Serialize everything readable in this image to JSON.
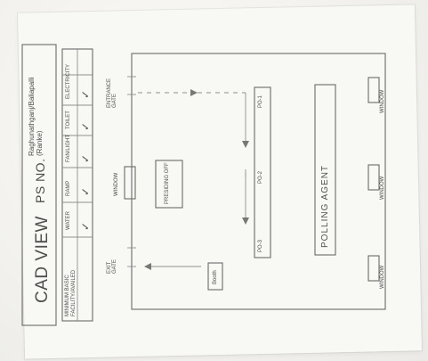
{
  "header": {
    "title_prefix": "CAD VIEW",
    "ps_label": "PS NO.",
    "ps_value": "Raghunathganj/Baliapalli\n(Ranke)"
  },
  "facility_table": {
    "heading": "MINIMUM BASIC FACILITY/AVAILED",
    "columns": [
      "WATER",
      "RAMP",
      "FAN/LIGHT",
      "TOILET",
      "ELECTRICITY"
    ],
    "checks": [
      "✓",
      "✓",
      "✓",
      "✓",
      "✓"
    ]
  },
  "plan": {
    "entrance_label": "ENTRANCE GATE",
    "exit_label": "EXIT GATE",
    "left_window_label": "WINDOW",
    "presiding_label": "PRESIDING OFF",
    "booth_label": "Booth",
    "po_labels": [
      "PO-1",
      "PO-2",
      "PO-3"
    ],
    "polling_agent_label": "POLLING AGENT",
    "right_window_labels": [
      "WINDOW",
      "WINDOW",
      "WINDOW"
    ]
  }
}
